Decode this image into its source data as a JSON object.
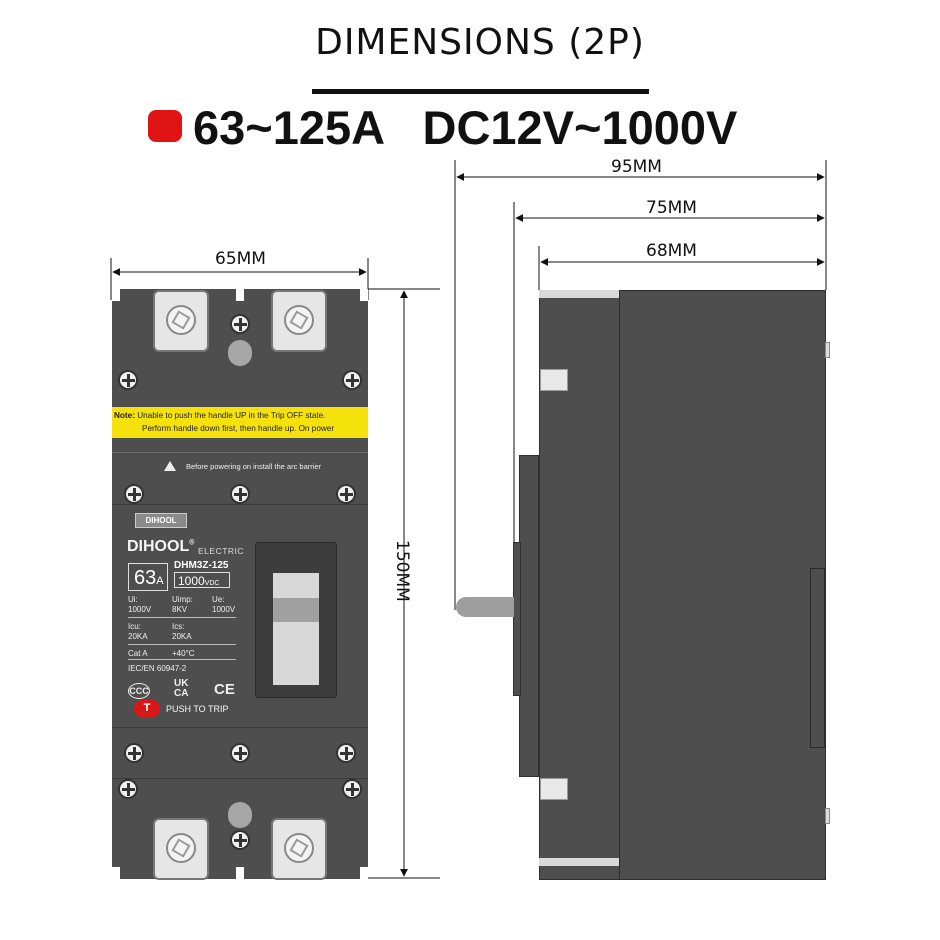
{
  "header": {
    "title": "DIMENSIONS (2P)",
    "subtitle": "63~125A   DC12V~1000V",
    "accent_color": "#e01414"
  },
  "dimensions": {
    "front_width": "65MM",
    "height": "150MM",
    "side_widths": [
      "95MM",
      "75MM",
      "68MM"
    ]
  },
  "breaker": {
    "note_label": "Note:",
    "note_line1": "Unable to push the handle UP in the Trip OFF state.",
    "note_line2": "Perform handle down first, then handle up. On power",
    "arc_warning": "Before powering on install the arc barrier",
    "brand_badge": "DIHOOL",
    "brand": "DIHOOL",
    "brand_mark": "®",
    "brand_sub": "ELECTRIC",
    "rating": "63",
    "rating_unit": "A",
    "model": "DHM3Z-125",
    "voltage": "1000",
    "voltage_unit": "VDC",
    "specs": {
      "ui_label": "Ui:",
      "ui_value": "1000V",
      "uimp_label": "Uimp:",
      "uimp_value": "8KV",
      "ue_label": "Ue:",
      "ue_value": "1000V",
      "icu_label": "Icu:",
      "icu_value": "20KA",
      "ics_label": "Ics:",
      "ics_value": "20KA",
      "cat": "Cat A",
      "temp": "+40°C",
      "standard": "IEC/EN 60947-2"
    },
    "cert_ccc": "CCC",
    "cert_ukca_1": "UK",
    "cert_ukca_2": "CA",
    "cert_ce": "CE",
    "trip_button": "T",
    "trip_label": "PUSH TO TRIP"
  }
}
